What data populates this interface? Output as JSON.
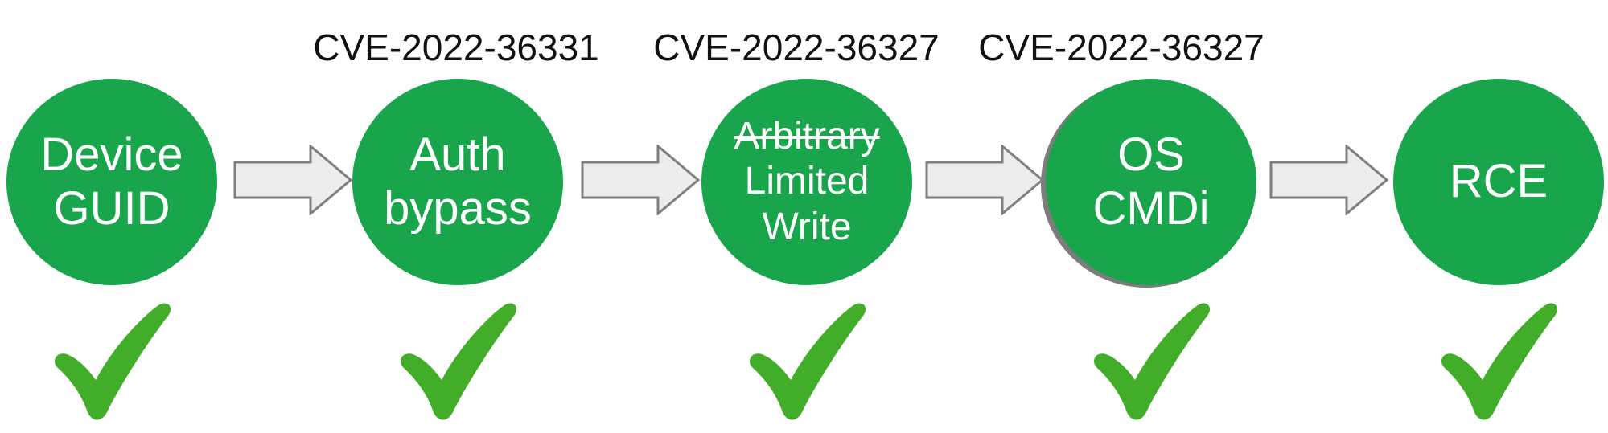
{
  "diagram_title": "exploit-chain",
  "colors": {
    "circle-green": "#18a54c",
    "check-green": "#42ad28",
    "arrow-fill": "#ececec",
    "arrow-stroke": "#7f7f7f",
    "label-text": "#111111",
    "circle-text": "#ffffff",
    "shadow-gray": "#7c7c7c",
    "bg": "#ffffff"
  },
  "chain": {
    "nodes": [
      {
        "id": "device-guid",
        "cve": "",
        "lines": [
          "Device",
          "GUID"
        ],
        "struck_word": "",
        "checked": true
      },
      {
        "id": "auth-bypass",
        "cve": "CVE-2022-36331",
        "lines": [
          "Auth",
          "bypass"
        ],
        "struck_word": "",
        "checked": true
      },
      {
        "id": "limited-write",
        "cve": "CVE-2022-36327",
        "lines": [
          "Arbitrary",
          "Limited",
          "Write"
        ],
        "struck_word": "Arbitrary",
        "checked": true
      },
      {
        "id": "os-cmdi",
        "cve": "CVE-2022-36327",
        "lines": [
          "OS",
          "CMDi"
        ],
        "struck_word": "",
        "checked": true
      },
      {
        "id": "rce",
        "cve": "",
        "lines": [
          "RCE"
        ],
        "struck_word": "",
        "checked": true
      }
    ],
    "connector": "arrow-right",
    "status_icon": "checkmark"
  }
}
